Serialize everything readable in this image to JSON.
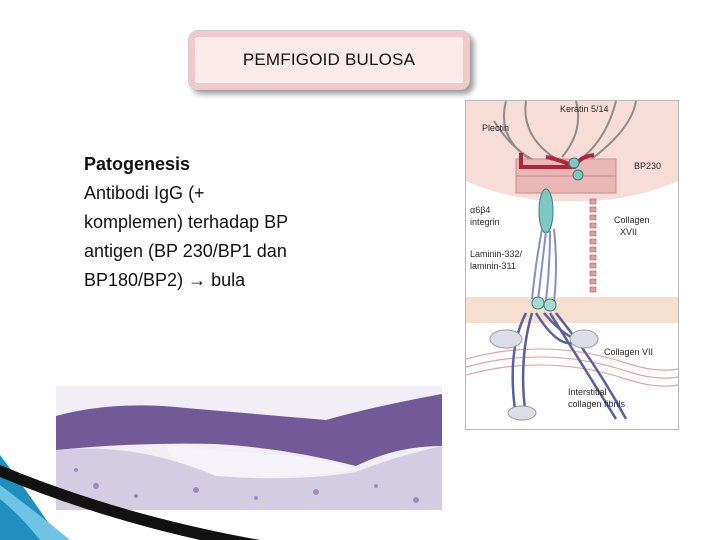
{
  "slide": {
    "title": "PEMFIGOID BULOSA",
    "body": {
      "heading": "Patogenesis",
      "lines": [
        "Antibodi IgG (+",
        "komplemen) terhadap BP",
        "antigen (BP 230/BP1 dan",
        "BP180/BP2)  → bula"
      ]
    }
  },
  "diagram": {
    "labels": {
      "keratin": "Keratin 5/14",
      "plectin": "Plectin",
      "bp230": "BP230",
      "integrin_a": "α6β4",
      "integrin_b": "integrin",
      "collagen17_a": "Collagen",
      "collagen17_b": "XVII",
      "laminin_a": "Laminin-332/",
      "laminin_b": "laminin-311",
      "collagen7": "Collagen VII",
      "interstitial_a": "Interstitial",
      "interstitial_b": "collagen fibrils"
    }
  },
  "colors": {
    "title_border": "#f2c9c9",
    "diagram_cell": "#f7dcd7",
    "hemidesmosome": "#b0243a",
    "integrin": "#7fc7c2",
    "fibrils": "#5b5f9a",
    "histology_stain": "#5a3f86"
  }
}
